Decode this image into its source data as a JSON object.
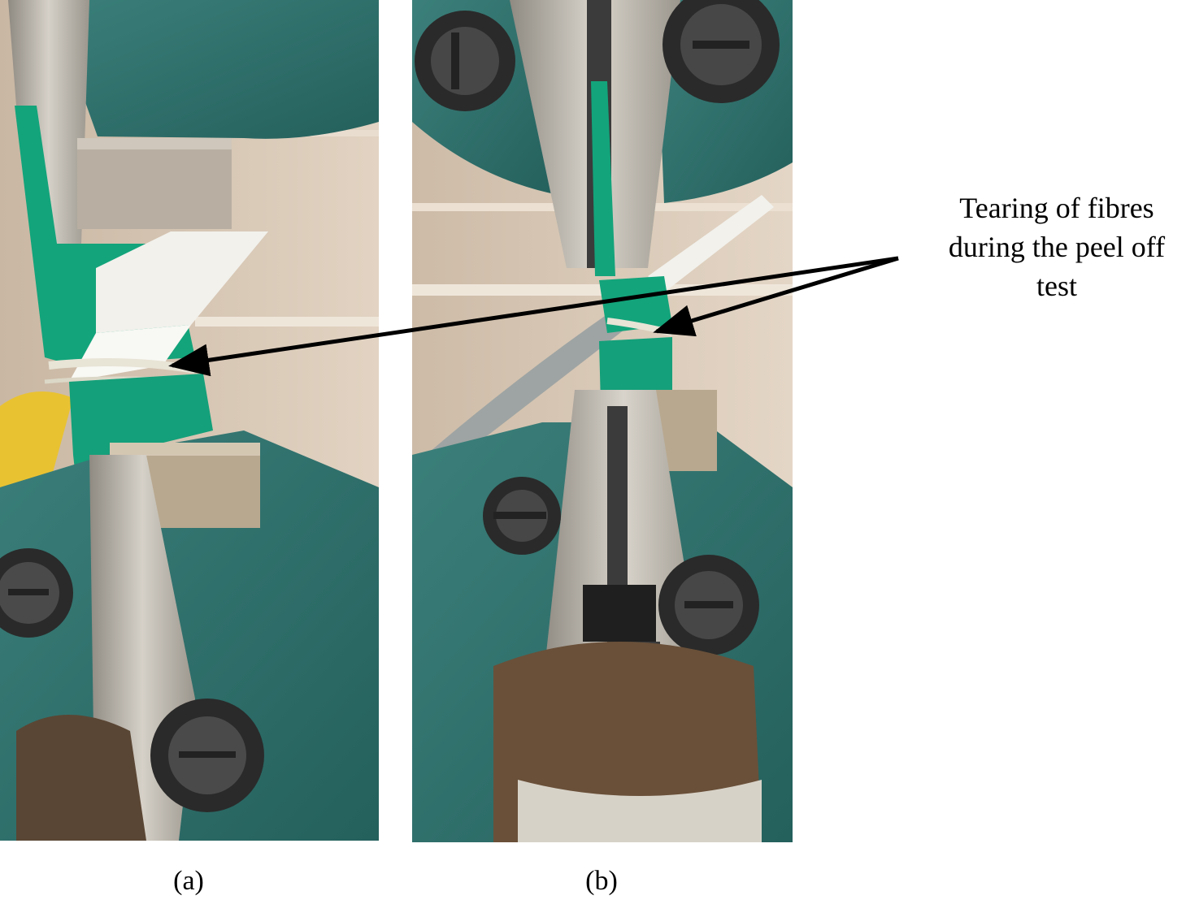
{
  "figure": {
    "panels": [
      {
        "caption": "(a)"
      },
      {
        "caption": "(b)"
      }
    ],
    "annotation": {
      "lines": [
        "Tearing of fibres",
        "during the peel off",
        "test"
      ]
    },
    "colors": {
      "machine_teal": "#2e6f6b",
      "specimen_green": "#14a07a",
      "steel": "#b9b4aa",
      "wall": "#d8c6b2",
      "white_tab": "#f2f1ec",
      "arrow": "#000000"
    }
  }
}
